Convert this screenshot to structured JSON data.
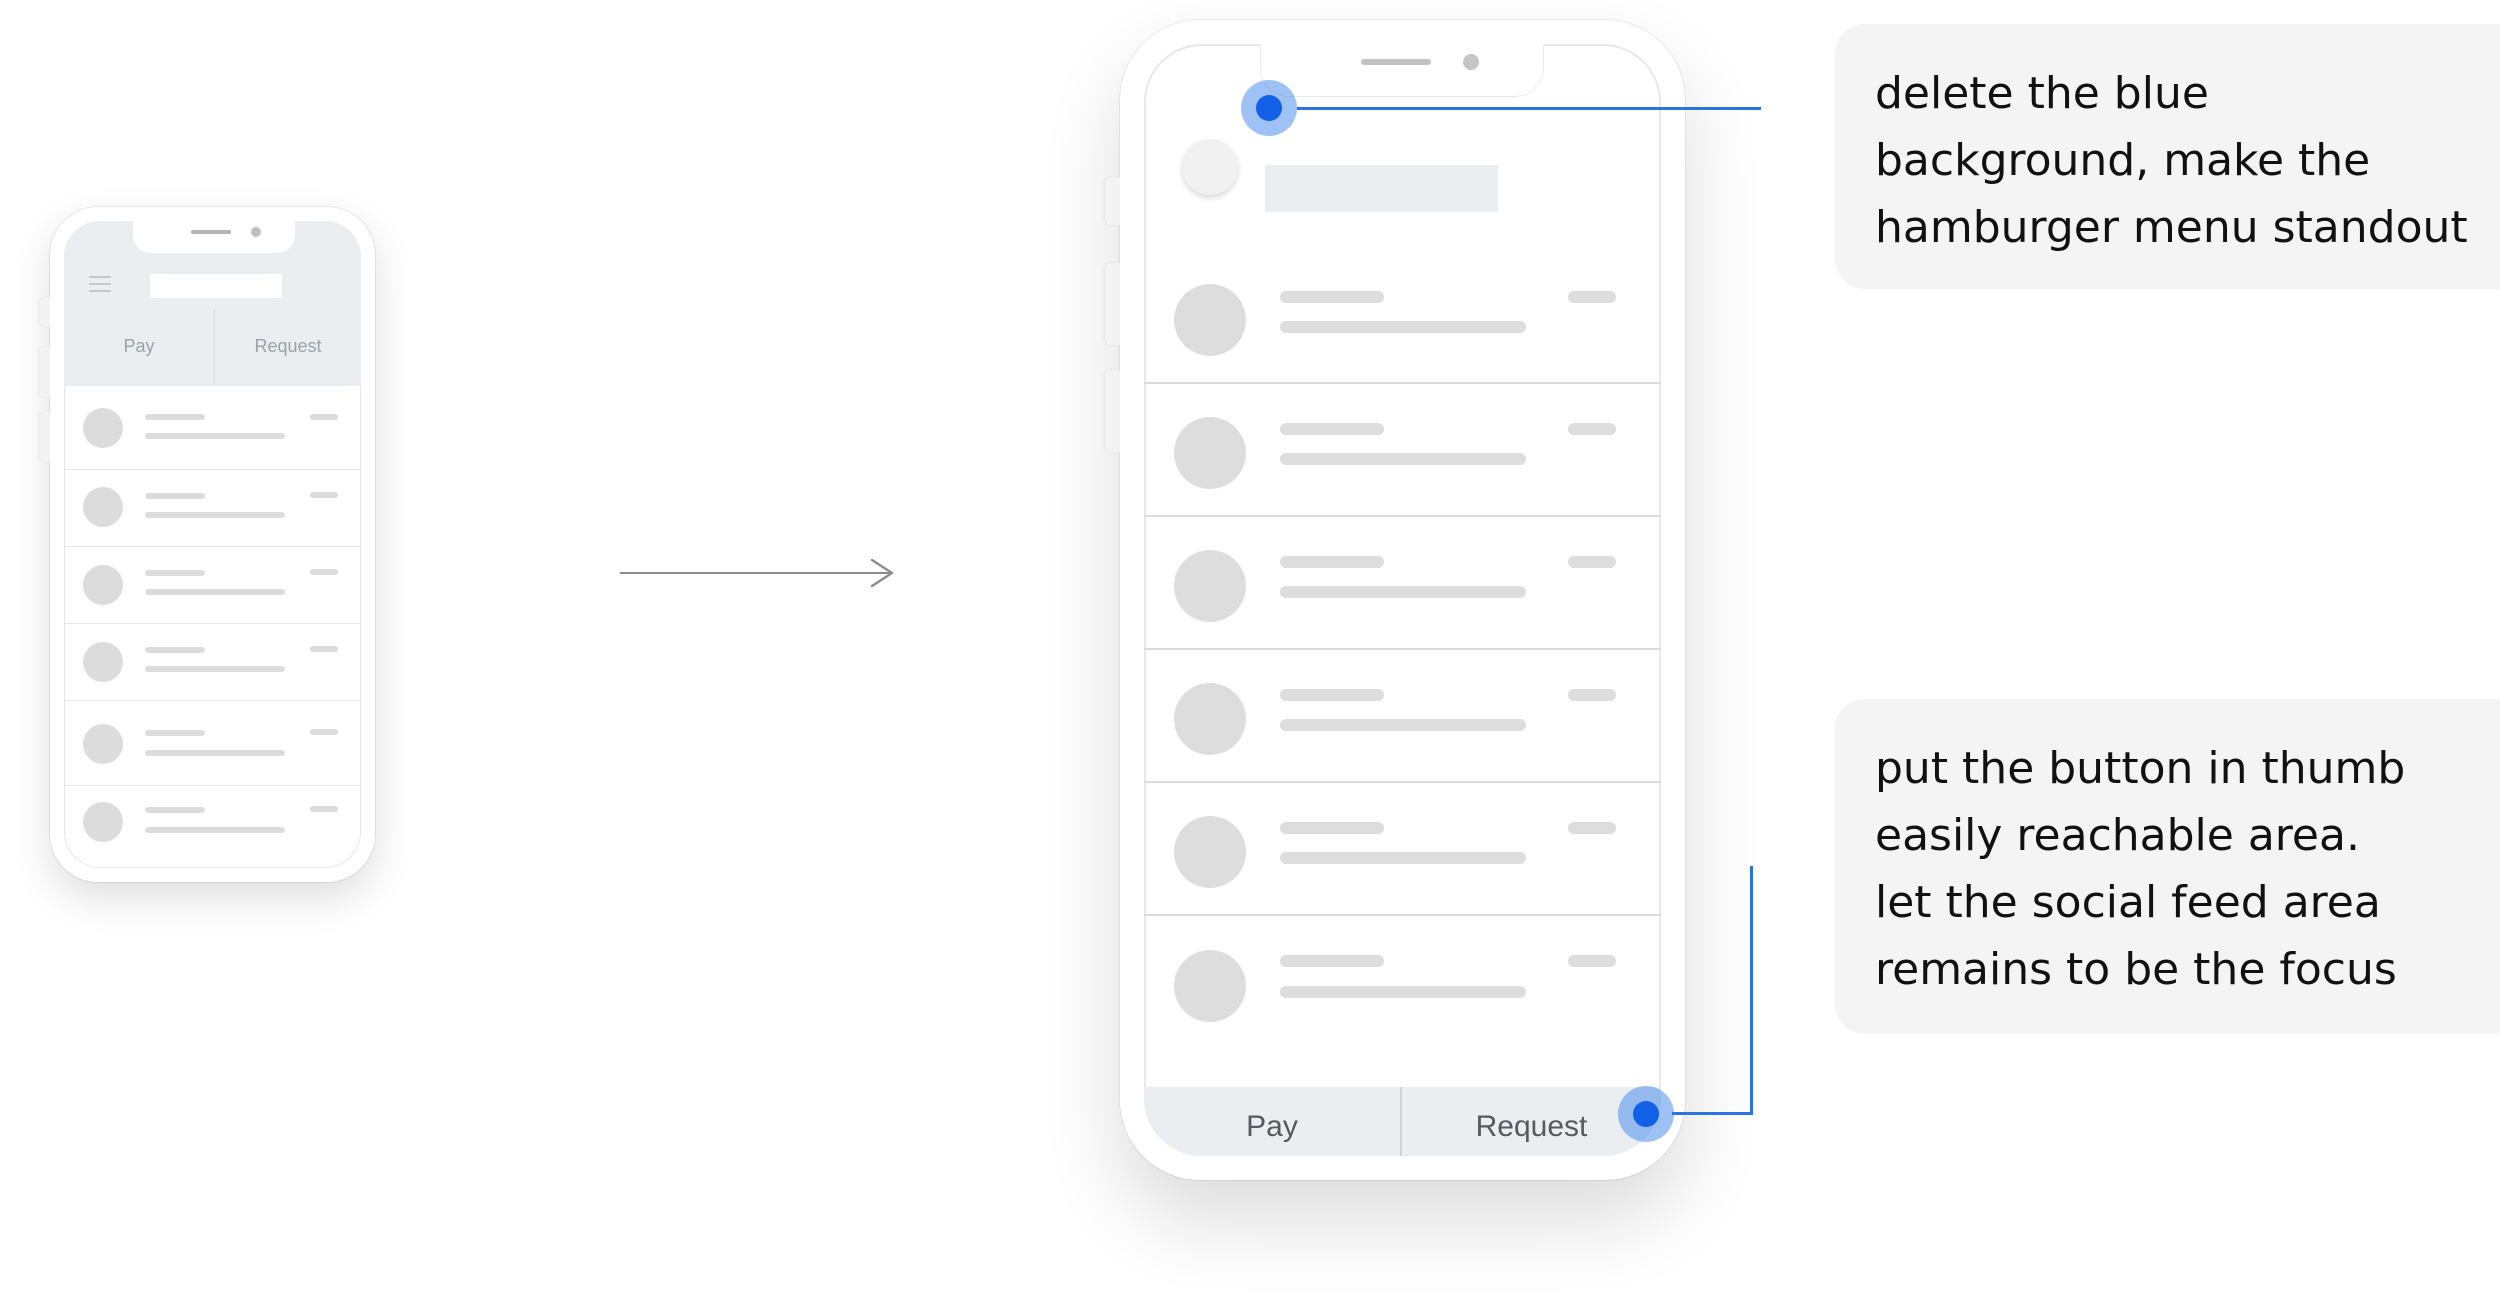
{
  "before_phone": {
    "tabs": {
      "left": "Pay",
      "right": "Request"
    },
    "row_count": 6
  },
  "after_phone": {
    "row_count": 6,
    "bottom_buttons": {
      "left": "Pay",
      "right": "Request"
    }
  },
  "annotations": [
    {
      "id": "top",
      "lines": [
        "delete the blue",
        "background, make the",
        "hamburger menu standout"
      ]
    },
    {
      "id": "bottom",
      "lines": [
        "put the button in thumb",
        "easily reachable area.",
        "let the social feed area",
        "remains to be the focus"
      ]
    }
  ],
  "colors": {
    "accent": "#1260e6",
    "connector": "#2a73e0",
    "header_gray": "#ebeef1",
    "placeholder": "#dcdcdc",
    "callout_bg": "#f4f4f4"
  }
}
